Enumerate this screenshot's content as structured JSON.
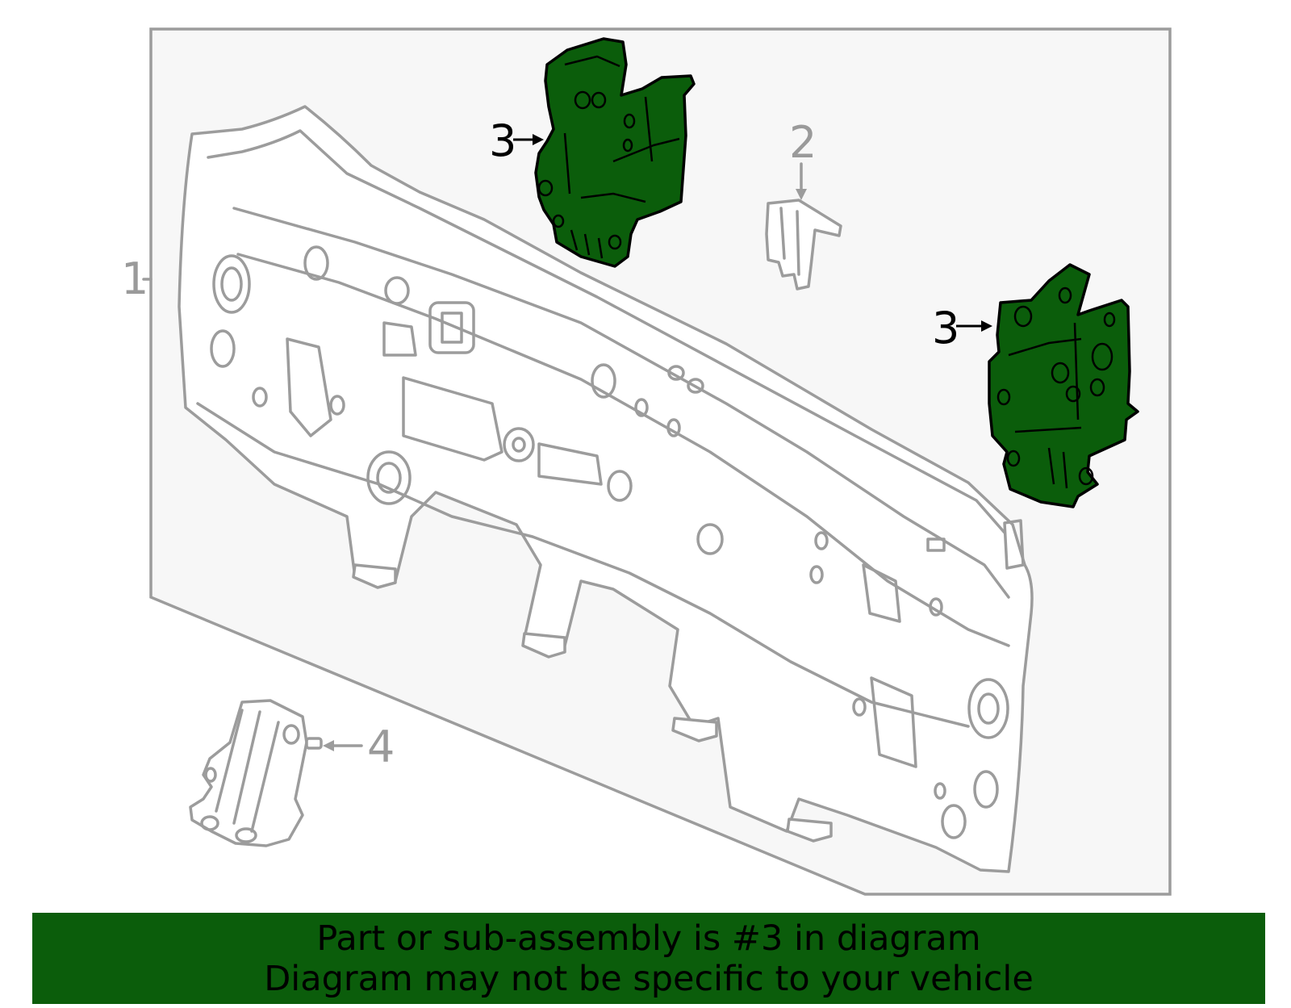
{
  "callouts": {
    "c1": "1",
    "c2": "2",
    "c3a": "3",
    "c3b": "3",
    "c4": "4"
  },
  "banner": {
    "line1": "Part or sub-assembly is #3 in diagram",
    "line2": "Diagram may not be specific to your vehicle"
  },
  "colors": {
    "highlight_green": "#0b5d0b",
    "banner_green": "#0b5d0b",
    "outline_grey": "#9c9c9c",
    "panel_bg": "#f7f7f7"
  }
}
